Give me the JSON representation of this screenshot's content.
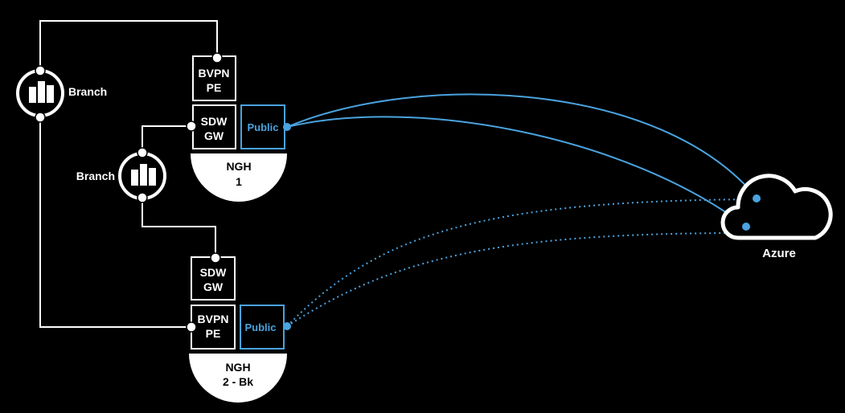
{
  "branch_top": {
    "label": "Branch"
  },
  "branch_mid": {
    "label": "Branch"
  },
  "ngh1": {
    "bvpn": {
      "line1": "BVPN",
      "line2": "PE"
    },
    "sdw": {
      "line1": "SDW",
      "line2": "GW"
    },
    "public": "Public",
    "site": {
      "line1": "NGH",
      "line2": "1"
    }
  },
  "ngh2": {
    "sdw": {
      "line1": "SDW",
      "line2": "GW"
    },
    "bvpn": {
      "line1": "BVPN",
      "line2": "PE"
    },
    "public": "Public",
    "site": {
      "line1": "NGH",
      "line2": "2 - Bk"
    }
  },
  "cloud": {
    "label": "Azure"
  },
  "colors": {
    "background": "#000000",
    "line": "#ffffff",
    "accent": "#4aa3df"
  }
}
